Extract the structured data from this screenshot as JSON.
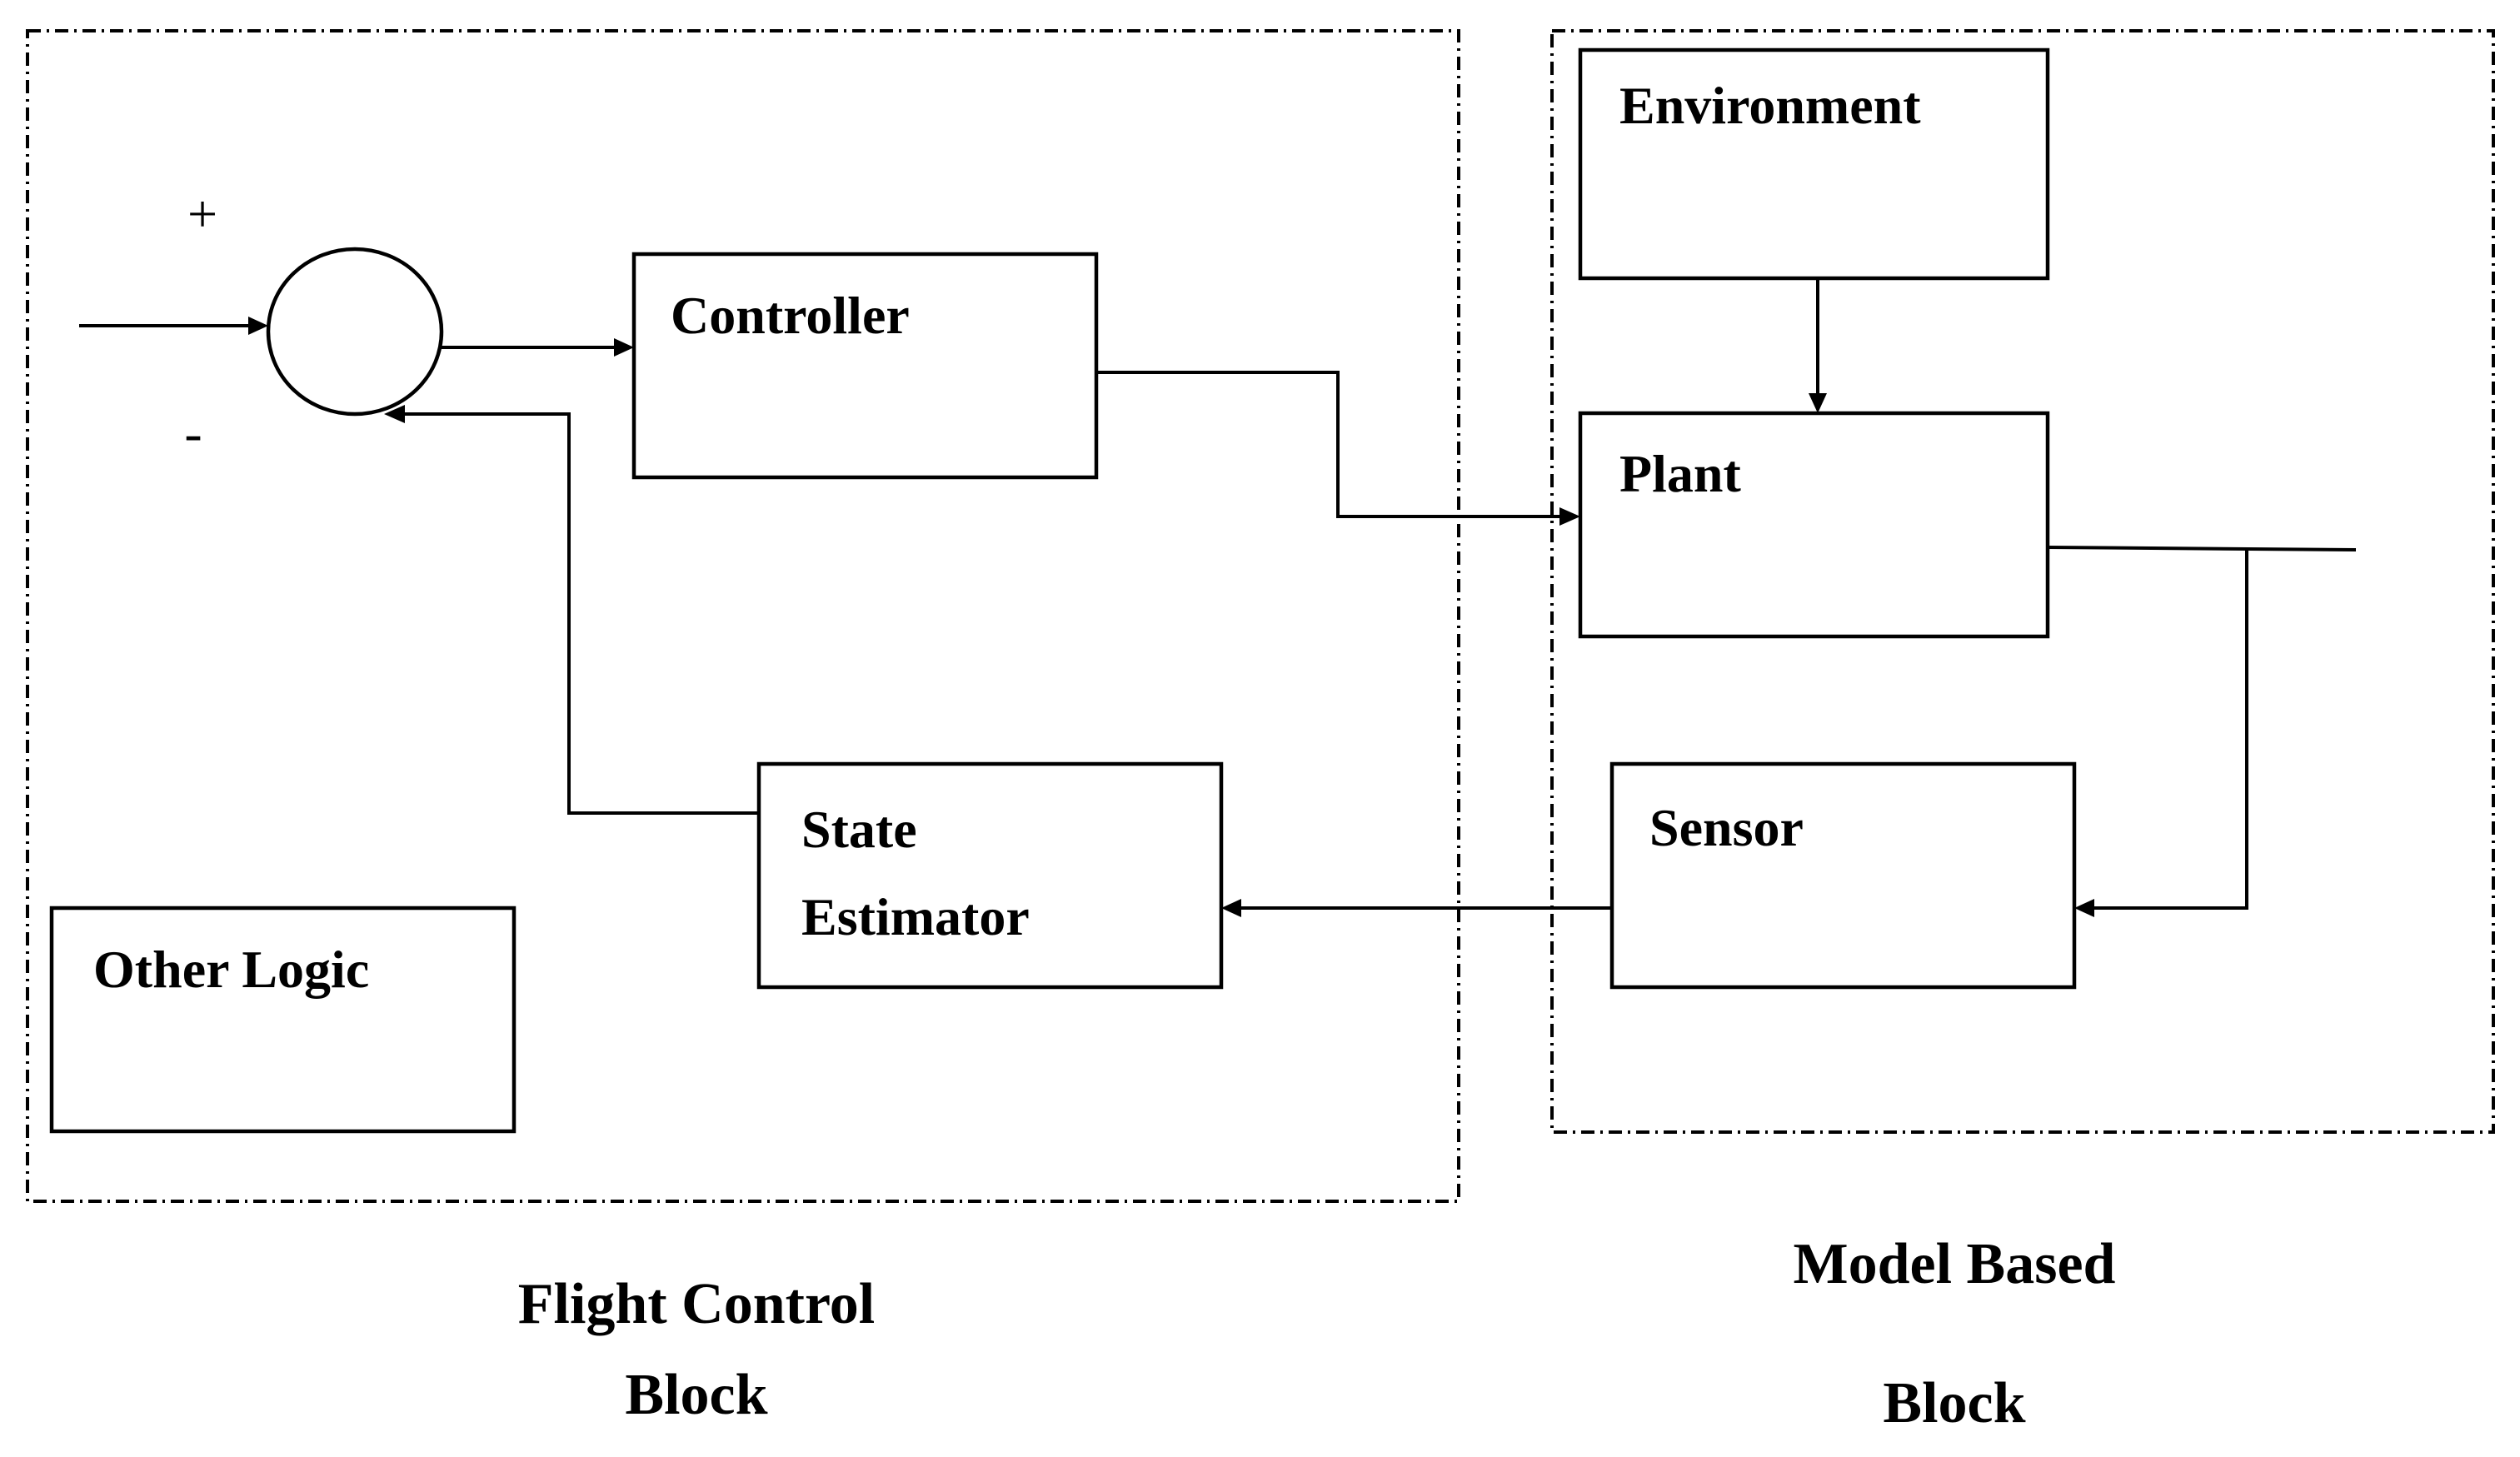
{
  "groups": {
    "flight_control": {
      "caption_line1": "Flight Control",
      "caption_line2": "Block"
    },
    "model_based": {
      "caption_line1": "Model Based",
      "caption_line2": "Block"
    }
  },
  "blocks": {
    "controller": {
      "label": "Controller"
    },
    "state_estimator": {
      "line1": "State",
      "line2": "Estimator"
    },
    "other_logic": {
      "label": "Other Logic"
    },
    "environment": {
      "label": "Environment"
    },
    "plant": {
      "label": "Plant"
    },
    "sensor": {
      "label": "Sensor"
    }
  },
  "summing_junction": {
    "plus_sign": "+",
    "minus_sign": "-"
  }
}
